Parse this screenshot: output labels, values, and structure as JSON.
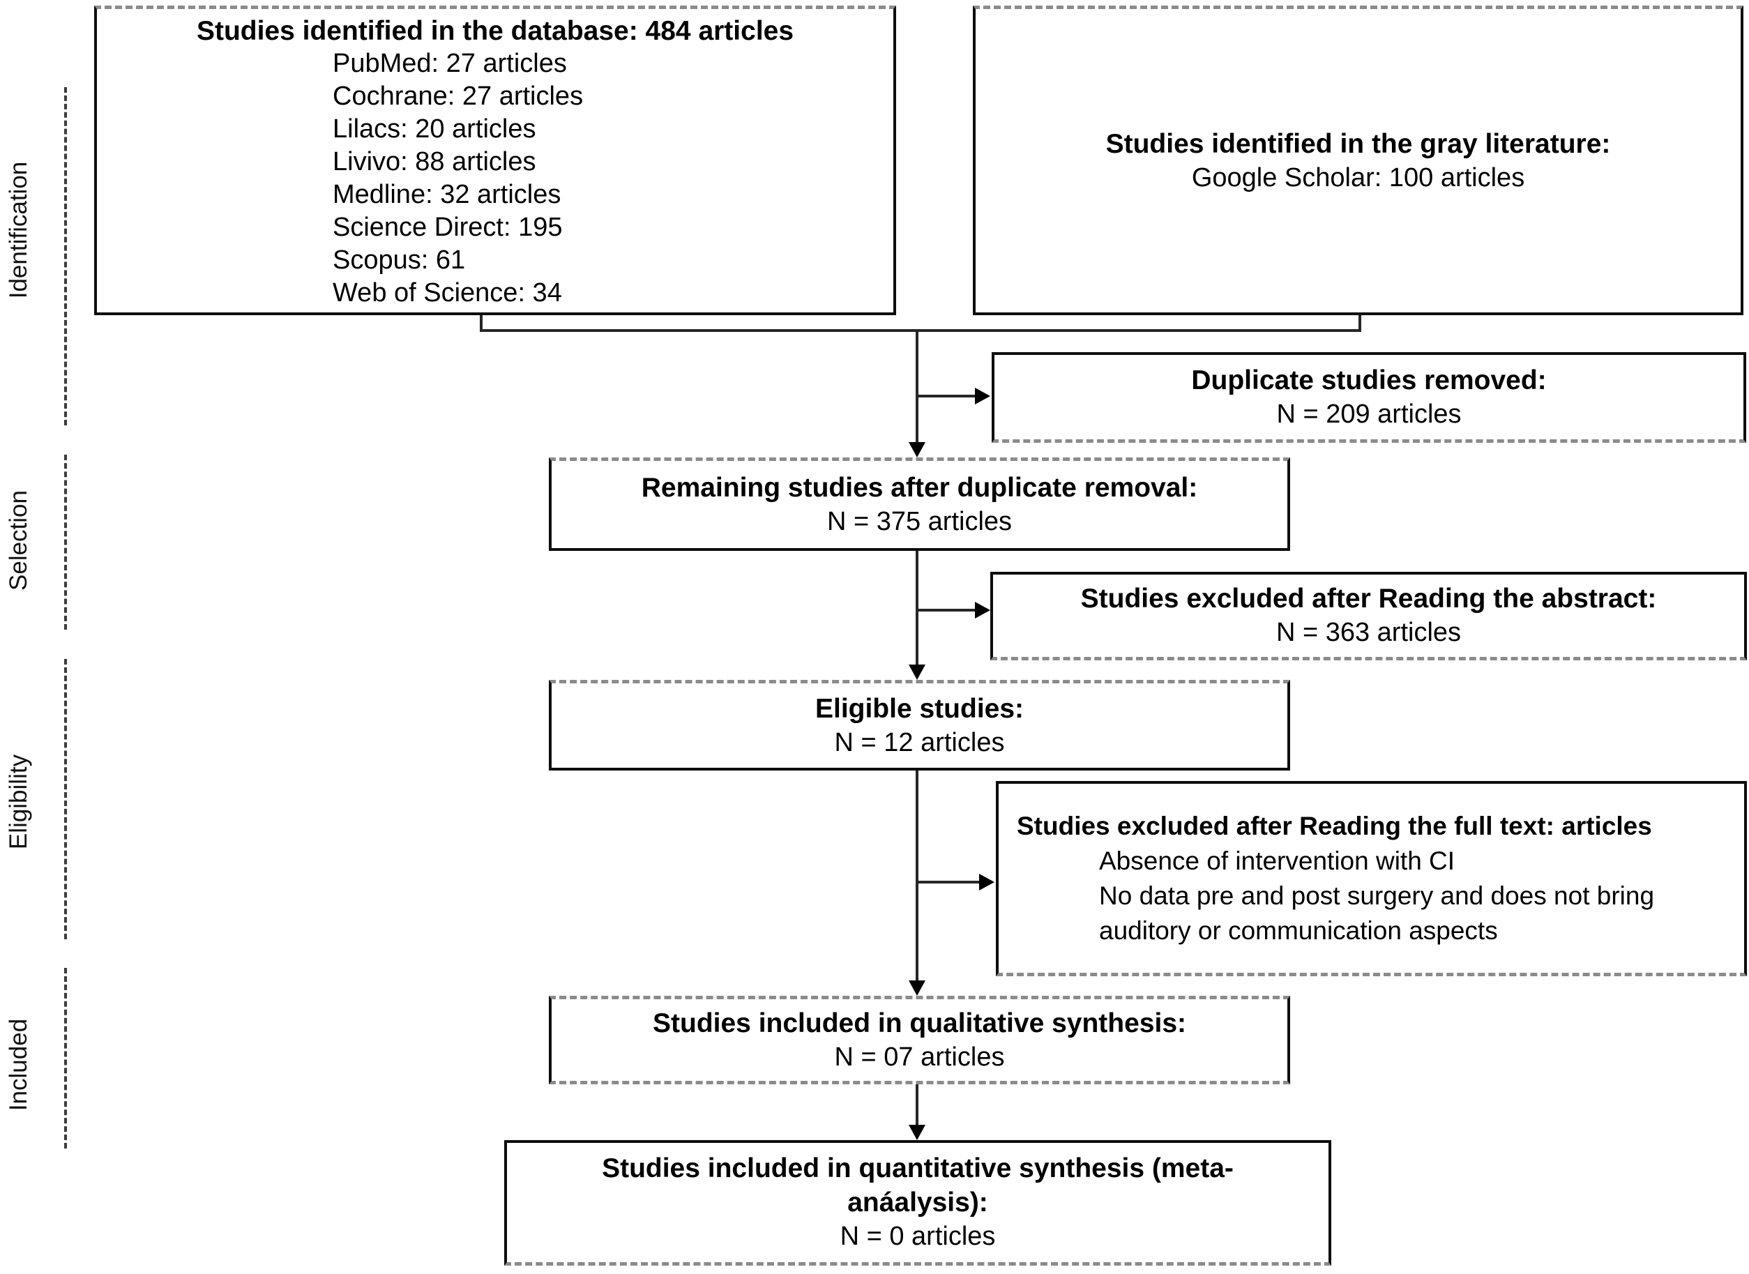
{
  "figure": {
    "type": "prisma-flow-diagram",
    "colors": {
      "background": "#ffffff",
      "border": "#000000",
      "text": "#000000",
      "scan_gray": "#8b8b8b"
    },
    "phases": [
      {
        "label": "Identification"
      },
      {
        "label": "Selection"
      },
      {
        "label": "Eligibility"
      },
      {
        "label": "Included"
      }
    ],
    "boxes": {
      "database": {
        "title": "Studies identified in the database: 484 articles",
        "items": [
          "PubMed: 27 articles",
          "Cochrane: 27 articles",
          "Lilacs: 20 articles",
          "Livivo: 88 articles",
          "Medline: 32 articles",
          "Science Direct: 195",
          "Scopus: 61",
          "Web of Science: 34"
        ]
      },
      "gray_literature": {
        "title": "Studies identified in the gray literature:",
        "value": "Google Scholar: 100 articles"
      },
      "duplicates_removed": {
        "title": "Duplicate studies removed:",
        "value": "N = 209 articles"
      },
      "remaining": {
        "title": "Remaining studies after duplicate removal:",
        "value": "N = 375 articles"
      },
      "excluded_abstract": {
        "title": "Studies excluded after Reading the abstract:",
        "value": "N = 363 articles"
      },
      "eligible": {
        "title": "Eligible studies:",
        "value": "N = 12 articles"
      },
      "excluded_fulltext": {
        "title": "Studies excluded after Reading the full text: articles",
        "items": [
          "Absence of intervention with CI",
          "No data pre and post surgery and does not bring auditory or communication aspects"
        ]
      },
      "qualitative": {
        "title": "Studies included in qualitative synthesis:",
        "value": "N = 07 articles"
      },
      "quantitative": {
        "title": "Studies included in quantitative synthesis (meta-anáalysis):",
        "value": "N = 0 articles"
      }
    }
  }
}
